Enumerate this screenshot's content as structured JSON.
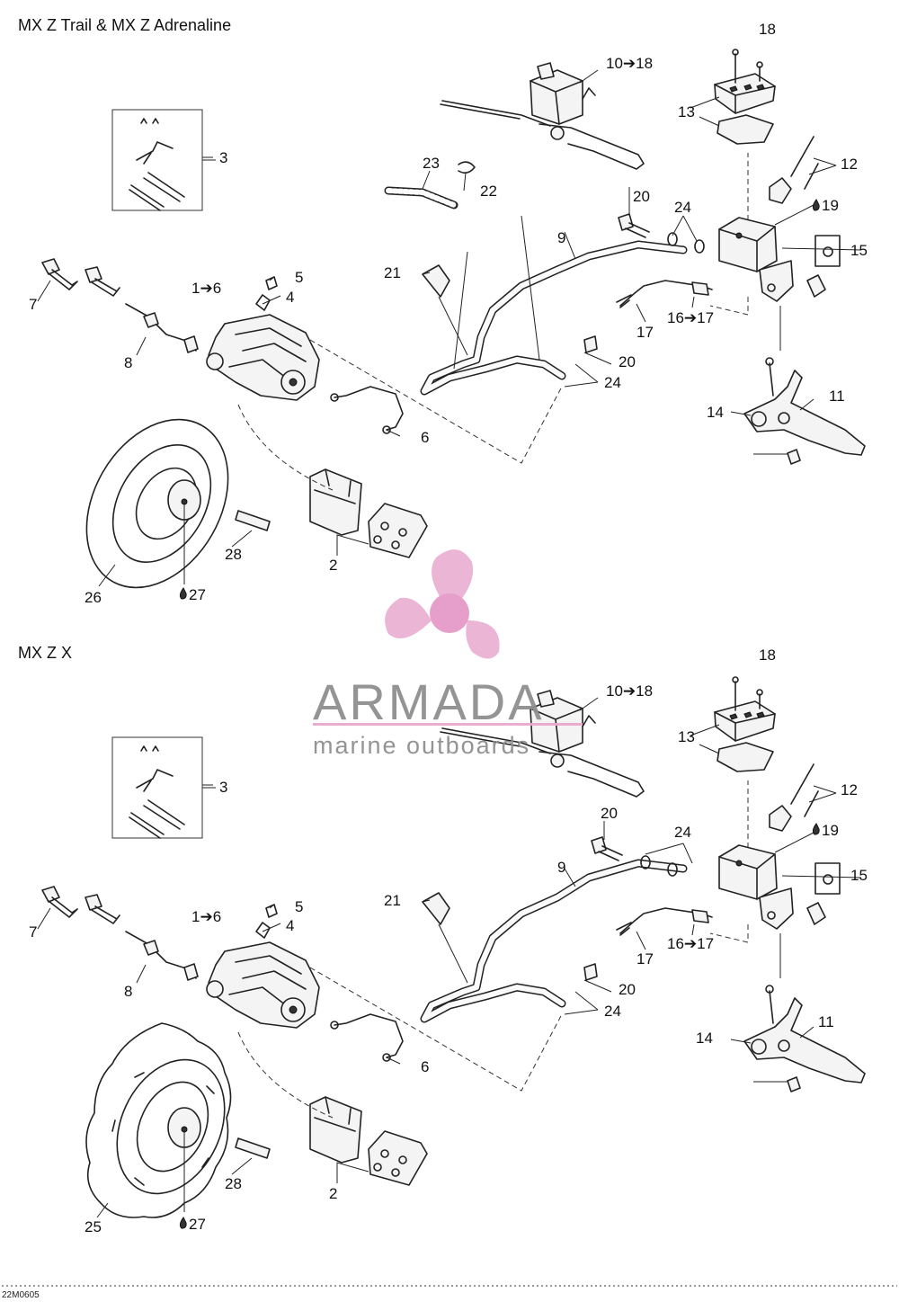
{
  "sections": [
    {
      "title": "MX Z Trail & MX Z Adrenaline",
      "callouts": {
        "master_cylinder": "10➔18",
        "cap_screws": "18",
        "cover": "13",
        "clamp_screws": "12",
        "grease": "19",
        "switch": "15",
        "banjo_bolt_top": "20",
        "washers_top": "24",
        "hose": "9",
        "fitting_assembly": "16➔17",
        "clip": "17",
        "banjo_bolt_bottom": "20",
        "washers_bottom": "24",
        "lever": "11",
        "pivot": "14",
        "sleeve": "23",
        "clamp": "22",
        "guide": "21",
        "pin_kit": "3",
        "bolt_7": "7",
        "bolt_8": "8",
        "bleeder_cap": "5",
        "bleeder": "4",
        "caliper": "1➔6",
        "wire_clip": "6",
        "pads": "2",
        "key": "28",
        "disc": "26",
        "threadlocker": "27"
      }
    },
    {
      "title": "MX Z X",
      "callouts": {
        "master_cylinder": "10➔18",
        "cap_screws": "18",
        "cover": "13",
        "clamp_screws": "12",
        "grease": "19",
        "switch": "15",
        "banjo_bolt_top": "20",
        "washers_top": "24",
        "hose": "9",
        "fitting_assembly": "16➔17",
        "clip": "17",
        "banjo_bolt_bottom": "20",
        "washers_bottom": "24",
        "lever": "11",
        "pivot": "14",
        "guide": "21",
        "pin_kit": "3",
        "bolt_7": "7",
        "bolt_8": "8",
        "bleeder_cap": "5",
        "bleeder": "4",
        "caliper": "1➔6",
        "wire_clip": "6",
        "pads": "2",
        "key": "28",
        "disc": "25",
        "threadlocker": "27"
      }
    }
  ],
  "figure_code": "22M0605",
  "watermark": {
    "brand": "ARMADA",
    "tagline": "marine outboards",
    "color": "#e8a9cf",
    "icon": "propeller-logo"
  }
}
